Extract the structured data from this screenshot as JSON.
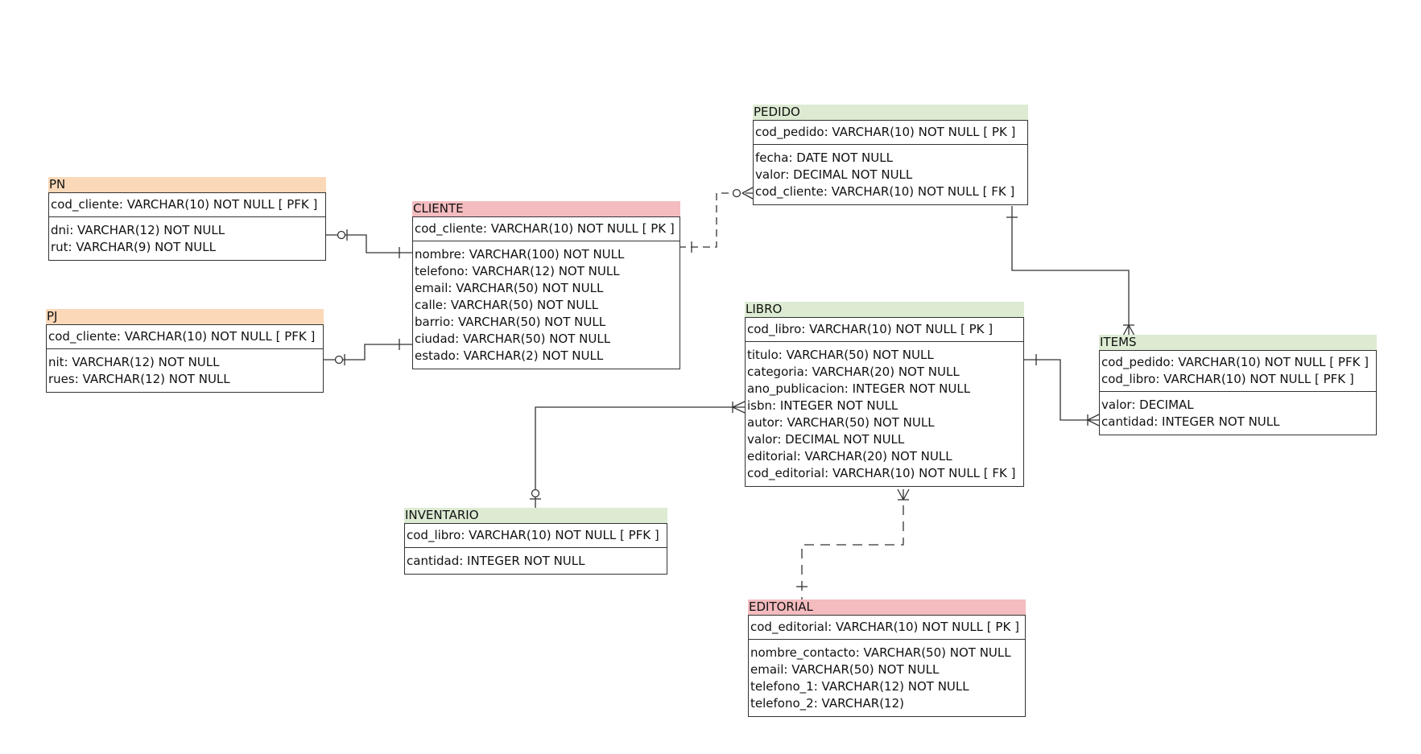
{
  "colors": {
    "header_pink": "#f4bcbf",
    "header_orange": "#fad8b8",
    "header_green": "#dcebd2",
    "line": "#333333"
  },
  "entities": {
    "pn": {
      "name": "PN",
      "header_color": "orange",
      "keys": [
        "cod_cliente: VARCHAR(10)   NOT NULL  [ PFK ]"
      ],
      "attributes": [
        "dni: VARCHAR(12)   NOT NULL",
        "rut: VARCHAR(9)   NOT NULL"
      ]
    },
    "pj": {
      "name": "PJ",
      "header_color": "orange",
      "keys": [
        "cod_cliente: VARCHAR(10)   NOT NULL  [ PFK ]"
      ],
      "attributes": [
        "nit: VARCHAR(12)   NOT NULL",
        "rues: VARCHAR(12)   NOT NULL"
      ]
    },
    "cliente": {
      "name": "CLIENTE",
      "header_color": "pink",
      "keys": [
        "cod_cliente: VARCHAR(10)   NOT NULL  [ PK ]"
      ],
      "attributes": [
        "nombre: VARCHAR(100)   NOT NULL",
        "telefono: VARCHAR(12)   NOT NULL",
        "email: VARCHAR(50)   NOT NULL",
        "calle: VARCHAR(50)   NOT NULL",
        "barrio: VARCHAR(50)   NOT NULL",
        "ciudad: VARCHAR(50)   NOT NULL",
        "estado: VARCHAR(2)   NOT NULL"
      ]
    },
    "pedido": {
      "name": "PEDIDO",
      "header_color": "green",
      "keys": [
        "cod_pedido: VARCHAR(10)   NOT NULL  [ PK ]"
      ],
      "attributes": [
        "fecha: DATE   NOT NULL",
        "valor: DECIMAL   NOT NULL",
        "cod_cliente: VARCHAR(10)   NOT NULL  [ FK ]"
      ]
    },
    "libro": {
      "name": "LIBRO",
      "header_color": "green",
      "keys": [
        "cod_libro: VARCHAR(10)   NOT NULL  [ PK ]"
      ],
      "attributes": [
        "titulo: VARCHAR(50)   NOT NULL",
        "categoria: VARCHAR(20)   NOT NULL",
        "ano_publicacion: INTEGER   NOT NULL",
        "isbn: INTEGER   NOT NULL",
        "autor: VARCHAR(50)   NOT NULL",
        "valor: DECIMAL   NOT NULL",
        "editorial: VARCHAR(20)   NOT NULL",
        "cod_editorial: VARCHAR(10)   NOT NULL  [ FK ]"
      ]
    },
    "items": {
      "name": "ITEMS",
      "header_color": "green",
      "keys": [
        "cod_pedido: VARCHAR(10)   NOT NULL  [ PFK ]",
        "cod_libro: VARCHAR(10)   NOT NULL  [ PFK ]"
      ],
      "attributes": [
        "valor: DECIMAL",
        "cantidad: INTEGER   NOT NULL"
      ]
    },
    "inventario": {
      "name": "INVENTARIO",
      "header_color": "green",
      "keys": [
        "cod_libro: VARCHAR(10)   NOT NULL  [ PFK ]"
      ],
      "attributes": [
        "cantidad: INTEGER   NOT NULL"
      ]
    },
    "editorial": {
      "name": "EDITORIAL",
      "header_color": "pink",
      "keys": [
        "cod_editorial: VARCHAR(10)   NOT NULL  [ PK ]"
      ],
      "attributes": [
        "nombre_contacto: VARCHAR(50)   NOT NULL",
        "email: VARCHAR(50)   NOT NULL",
        "telefono_1: VARCHAR(12)   NOT NULL",
        "telefono_2: VARCHAR(12)"
      ]
    }
  },
  "relationships": [
    {
      "id": "pn-cliente",
      "from": "CLIENTE",
      "to": "PN",
      "from_cardinality": "one",
      "to_cardinality": "zero-or-one",
      "style": "solid"
    },
    {
      "id": "pj-cliente",
      "from": "CLIENTE",
      "to": "PJ",
      "from_cardinality": "one",
      "to_cardinality": "zero-or-one",
      "style": "solid"
    },
    {
      "id": "cliente-pedido",
      "from": "CLIENTE",
      "to": "PEDIDO",
      "from_cardinality": "one",
      "to_cardinality": "zero-or-many",
      "style": "dashed"
    },
    {
      "id": "pedido-items",
      "from": "PEDIDO",
      "to": "ITEMS",
      "from_cardinality": "one",
      "to_cardinality": "one-or-many",
      "style": "solid"
    },
    {
      "id": "libro-items",
      "from": "LIBRO",
      "to": "ITEMS",
      "from_cardinality": "one",
      "to_cardinality": "one-or-many",
      "style": "solid"
    },
    {
      "id": "libro-inventario",
      "from": "LIBRO",
      "to": "INVENTARIO",
      "from_cardinality": "one-or-many",
      "to_cardinality": "zero-or-one",
      "style": "solid"
    },
    {
      "id": "editorial-libro",
      "from": "EDITORIAL",
      "to": "LIBRO",
      "from_cardinality": "one",
      "to_cardinality": "one-or-many",
      "style": "dashed"
    }
  ]
}
